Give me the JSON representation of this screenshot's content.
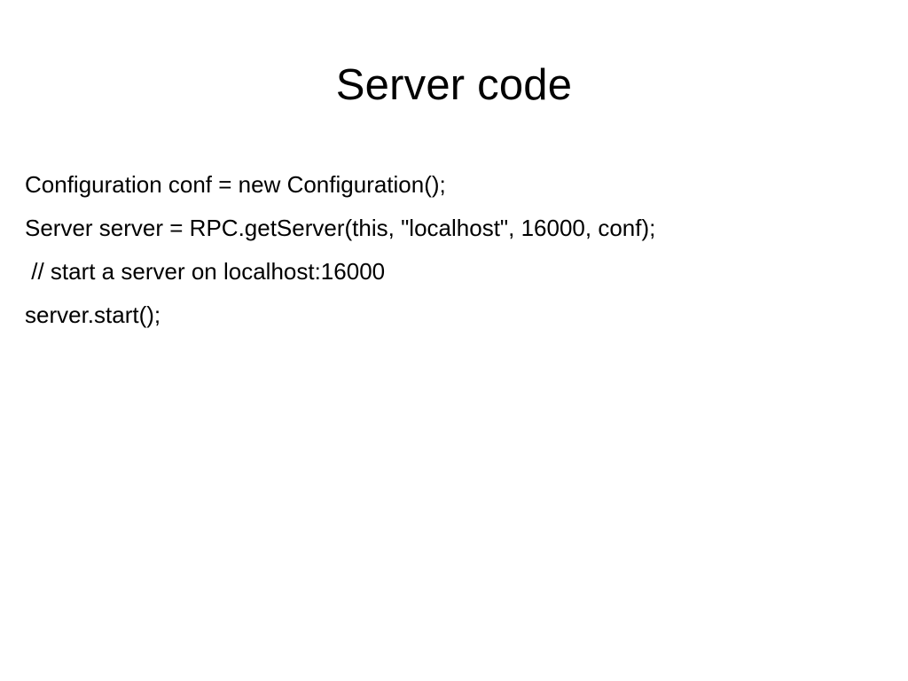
{
  "slide": {
    "title": "Server code",
    "lines": [
      "Configuration conf = new Configuration();",
      "Server server = RPC.getServer(this, \"localhost\", 16000, conf);",
      " // start a server on localhost:16000",
      "server.start();"
    ]
  }
}
